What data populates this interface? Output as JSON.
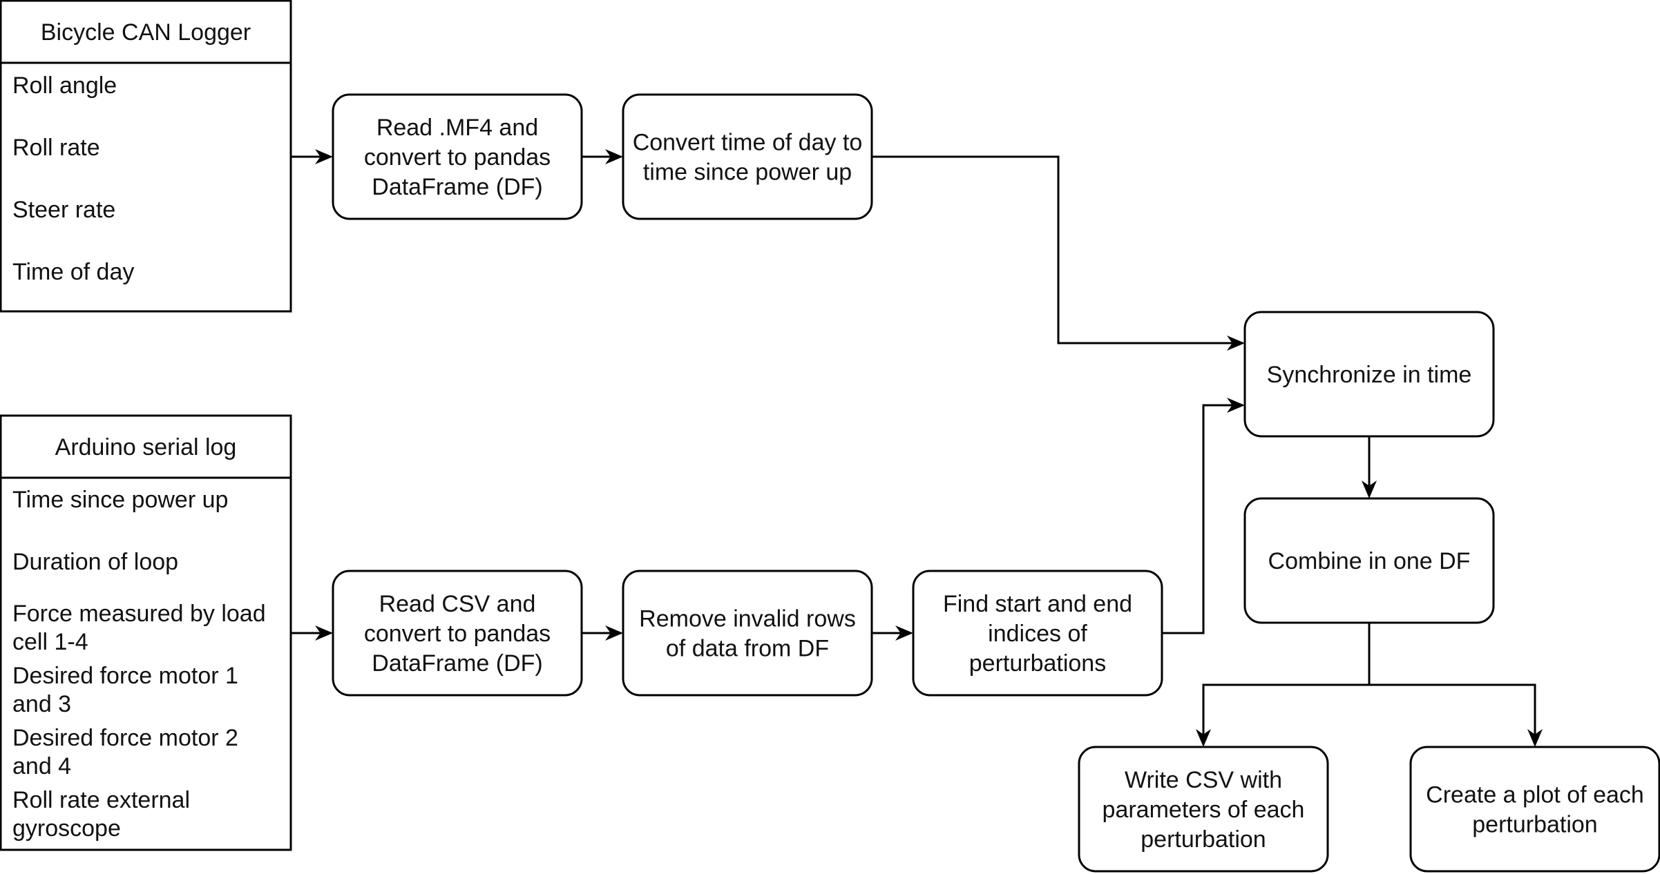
{
  "tables": [
    {
      "id": "can",
      "title": "Bicycle CAN Logger",
      "rows": [
        [
          "Roll angle"
        ],
        [
          "Roll rate"
        ],
        [
          "Steer rate"
        ],
        [
          "Time of day"
        ]
      ]
    },
    {
      "id": "arduino",
      "title": "Arduino serial log",
      "rows": [
        [
          "Time since power up"
        ],
        [
          "Duration of loop"
        ],
        [
          "Force measured by load",
          "cell 1-4"
        ],
        [
          "Desired force motor 1",
          "and 3"
        ],
        [
          "Desired force motor 2",
          "and 4"
        ],
        [
          "Roll rate external",
          "gyroscope"
        ]
      ]
    }
  ],
  "nodes": [
    {
      "id": "read_mf4",
      "lines": [
        "Read .MF4 and",
        "convert to pandas",
        "DataFrame (DF)"
      ]
    },
    {
      "id": "convert_time",
      "lines": [
        "Convert time of day to",
        "time since power up"
      ]
    },
    {
      "id": "read_csv",
      "lines": [
        "Read CSV and",
        "convert to pandas",
        "DataFrame (DF)"
      ]
    },
    {
      "id": "remove_invalid",
      "lines": [
        "Remove invalid rows",
        "of data from DF"
      ]
    },
    {
      "id": "find_indices",
      "lines": [
        "Find start and end",
        "indices of",
        "perturbations"
      ]
    },
    {
      "id": "synchronize",
      "lines": [
        "Synchronize in time"
      ]
    },
    {
      "id": "combine",
      "lines": [
        "Combine in one DF"
      ]
    },
    {
      "id": "write_csv",
      "lines": [
        "Write CSV with",
        "parameters of each",
        "perturbation"
      ]
    },
    {
      "id": "create_plot",
      "lines": [
        "Create a plot of each",
        "perturbation"
      ]
    }
  ],
  "edges": [
    {
      "from": "can",
      "to": "read_mf4"
    },
    {
      "from": "read_mf4",
      "to": "convert_time"
    },
    {
      "from": "convert_time",
      "to": "synchronize"
    },
    {
      "from": "arduino",
      "to": "read_csv"
    },
    {
      "from": "read_csv",
      "to": "remove_invalid"
    },
    {
      "from": "remove_invalid",
      "to": "find_indices"
    },
    {
      "from": "find_indices",
      "to": "synchronize"
    },
    {
      "from": "synchronize",
      "to": "combine"
    },
    {
      "from": "combine",
      "to": "write_csv"
    },
    {
      "from": "combine",
      "to": "create_plot"
    }
  ]
}
